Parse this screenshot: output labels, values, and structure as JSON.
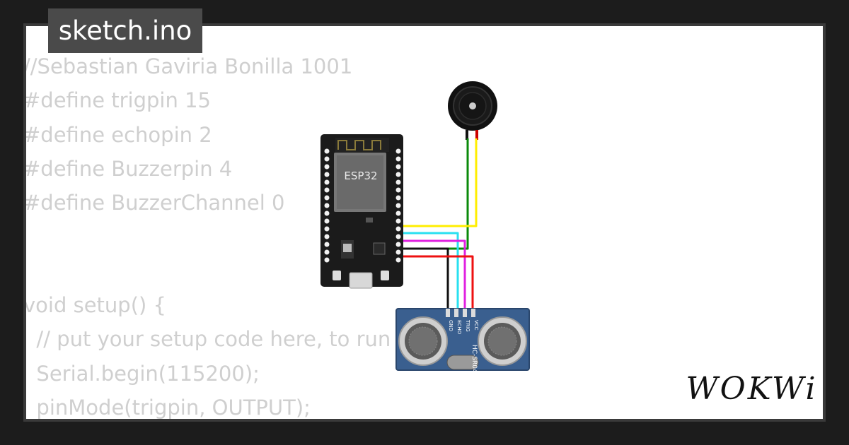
{
  "tab": {
    "filename": "sketch.ino"
  },
  "code": {
    "lines": [
      "//Sebastian Gaviria Bonilla 1001",
      "#define trigpin 15",
      "#define echopin 2",
      "#define Buzzerpin 4",
      "#define BuzzerChannel 0",
      "",
      "",
      "void setup() {",
      "  // put your setup code here, to run once:",
      "  Serial.begin(115200);",
      "  pinMode(trigpin, OUTPUT);"
    ]
  },
  "components": {
    "mcu": {
      "label": "ESP32"
    },
    "sensor": {
      "label": "HC-SR04",
      "pins": [
        "GND",
        "ECHO",
        "TRIG",
        "VCC"
      ]
    }
  },
  "wire_colors": {
    "yellow": "#ffee00",
    "cyan": "#29e0f0",
    "magenta": "#e020e0",
    "black": "#111111",
    "red": "#ee1111",
    "green": "#0a8a0a"
  },
  "brand": {
    "logo": "WOKWi"
  }
}
